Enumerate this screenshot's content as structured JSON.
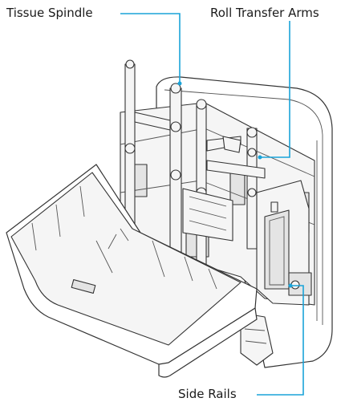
{
  "callouts": {
    "tissue_spindle": "Tissue Spindle",
    "roll_transfer_arms": "Roll Transfer Arms",
    "side_rails": "Side Rails"
  },
  "colors": {
    "leader_line": "#1aa3d9",
    "outline": "#333333",
    "background": "#ffffff"
  }
}
